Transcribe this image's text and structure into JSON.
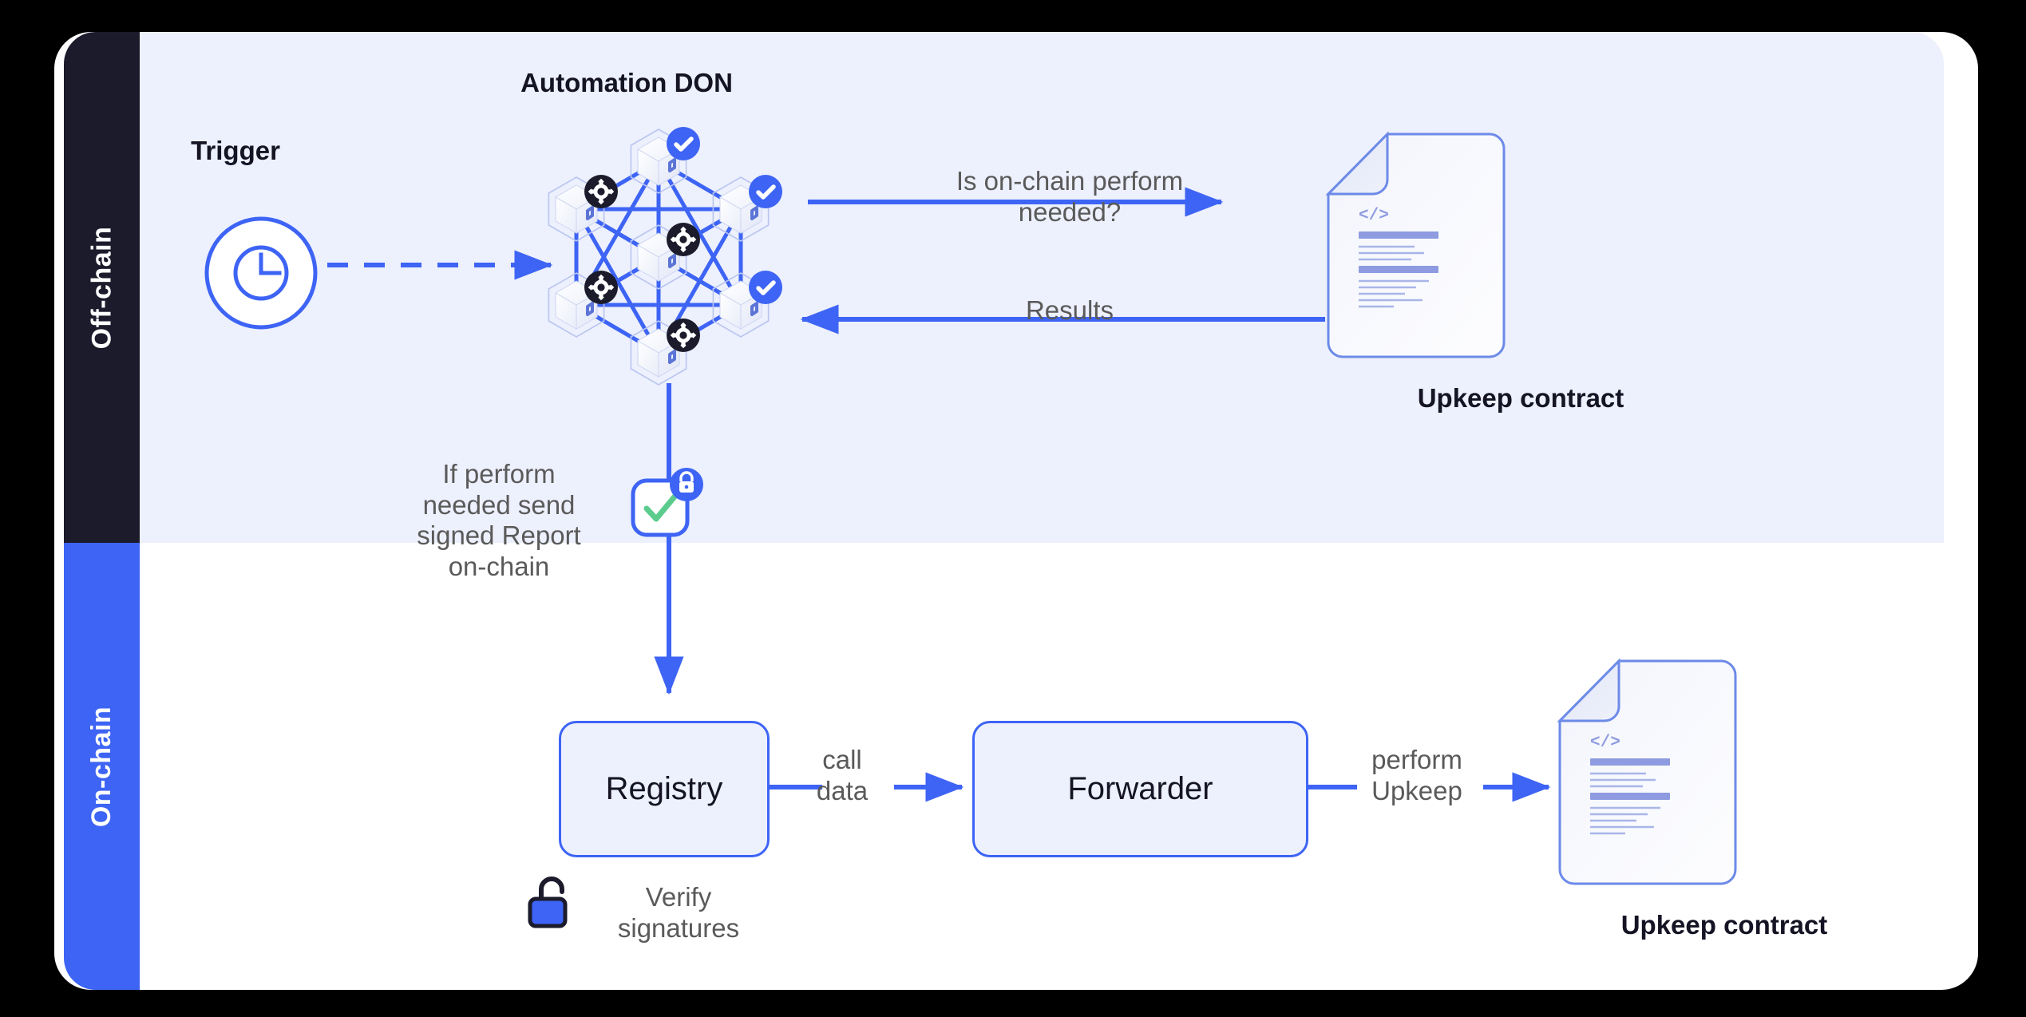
{
  "sections": {
    "offchain": {
      "label": "Off-chain",
      "color": "#1b1b2c"
    },
    "onchain": {
      "label": "On-chain",
      "color": "#3d64f4"
    }
  },
  "offchain": {
    "don_title": "Automation DON",
    "trigger_title": "Trigger",
    "trigger_icon": "clock-icon",
    "question_label": "Is on-chain perform\nneeded?",
    "results_label": "Results",
    "upkeep_contract_label": "Upkeep contract",
    "perform_label": "If perform\nneeded send\nsigned Report\non-chain",
    "signed_report_icon": "signed-report-check-lock-icon",
    "nodes": [
      {
        "id": "top",
        "badge": "check"
      },
      {
        "id": "upper-left",
        "badge": "gear"
      },
      {
        "id": "upper-right",
        "badge": "check"
      },
      {
        "id": "center",
        "badge": "gear"
      },
      {
        "id": "lower-left",
        "badge": "gear"
      },
      {
        "id": "lower-right",
        "badge": "check"
      },
      {
        "id": "bottom",
        "badge": "gear"
      }
    ]
  },
  "onchain": {
    "registry_label": "Registry",
    "forwarder_label": "Forwarder",
    "call_data_label": "call\ndata",
    "perform_upkeep_label": "perform\nUpkeep",
    "verify_label": "Verify\nsignatures",
    "verify_icon": "unlock-icon",
    "upkeep_contract_label": "Upkeep contract"
  },
  "colors": {
    "accent_blue": "#3d64f4",
    "panel_bg": "#edf0fd",
    "dark": "#1b1b2c",
    "text_gray": "#5a5a5a",
    "check_green": "#5ccb8e",
    "doc_line": "#8e9be0"
  }
}
